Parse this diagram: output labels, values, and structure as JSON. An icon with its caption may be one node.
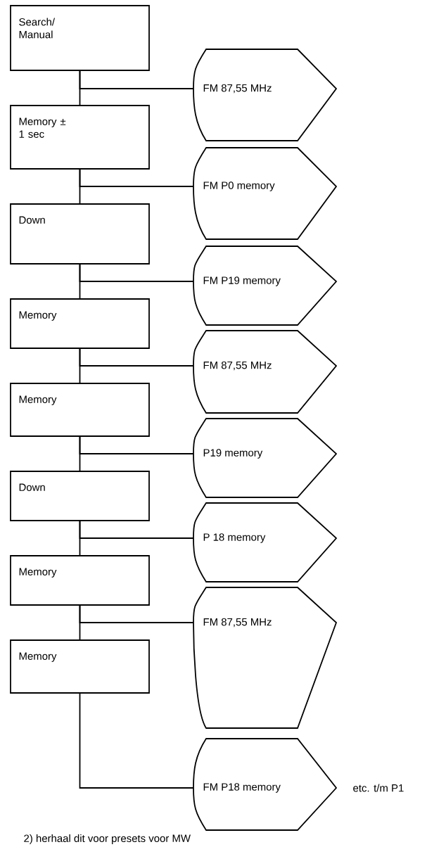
{
  "diagram": {
    "nodes": [
      {
        "text": [
          "Search/ Manual"
        ]
      },
      {
        "text": [
          "FM 87,55 MHz"
        ]
      },
      {
        "text": [
          "Memory ± 1 sec"
        ]
      },
      {
        "text": [
          "FM P0 memory"
        ]
      },
      {
        "text": [
          "Down"
        ]
      },
      {
        "text": [
          "FM P19 memory"
        ]
      },
      {
        "text": [
          "Memory"
        ]
      },
      {
        "text": [
          "FM 87,55 MHz"
        ]
      },
      {
        "text": [
          "Memory"
        ]
      },
      {
        "text": [
          "P19 memory"
        ]
      },
      {
        "text": [
          "Down"
        ]
      },
      {
        "text": [
          "P 18 memory"
        ]
      },
      {
        "text": [
          "Memory"
        ]
      },
      {
        "text": [
          "FM 87,55 MHz"
        ]
      },
      {
        "text": [
          "Memory"
        ]
      },
      {
        "text": [
          "FM P18 memory"
        ],
        "beside": [
          "etc. t/m P1"
        ]
      }
    ],
    "edges": [
      {
        "from": 0,
        "to": 2,
        "arrow": "none"
      },
      {
        "from": 0,
        "to": 1,
        "arrow": "none"
      },
      {
        "from": 2,
        "to": 4,
        "arrow": "none"
      },
      {
        "from": 2,
        "to": 3,
        "arrow": "none"
      },
      {
        "from": 4,
        "to": 6,
        "arrow": "none"
      },
      {
        "from": 4,
        "to": 5,
        "arrow": "none"
      },
      {
        "from": 6,
        "to": 8,
        "arrow": "none"
      },
      {
        "from": 6,
        "to": 7,
        "arrow": "none"
      },
      {
        "from": 8,
        "to": 10,
        "arrow": "none"
      },
      {
        "from": 8,
        "to": 9,
        "arrow": "none"
      },
      {
        "from": 10,
        "to": 12,
        "arrow": "none"
      },
      {
        "from": 10,
        "to": 11,
        "arrow": "none"
      },
      {
        "from": 12,
        "to": 14,
        "arrow": "none"
      },
      {
        "from": 12,
        "to": 13,
        "arrow": "none"
      },
      {
        "from": 14,
        "to": 15,
        "arrow": "none"
      }
    ],
    "labels": [
      "2) herhaal dit voor presets voor MW"
    ]
  }
}
